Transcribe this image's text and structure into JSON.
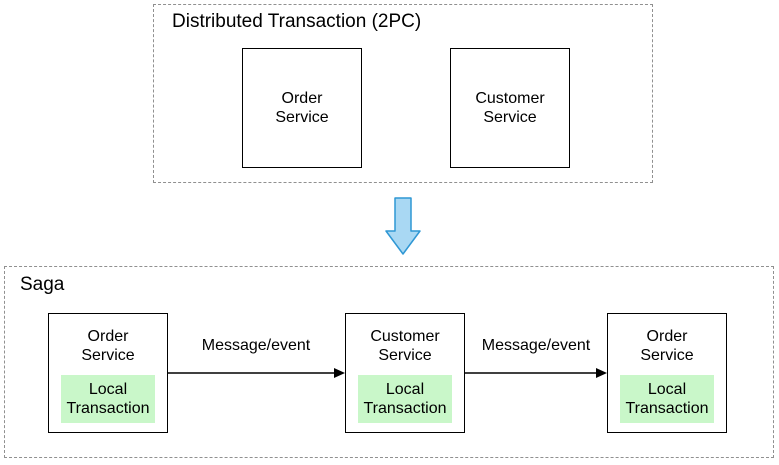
{
  "colors": {
    "canvas-bg": "#ffffff",
    "text": "#000000",
    "box-border": "#000000",
    "group-border": "#909090",
    "local-transaction-fill": "#c9f7c9",
    "down-arrow-fill": "#a9d8f3",
    "down-arrow-stroke": "#2f97d4",
    "connector-color": "#000000"
  },
  "two_pc": {
    "title": "Distributed Transaction (2PC)",
    "boxes": [
      {
        "label": "Order\nService"
      },
      {
        "label": "Customer\nService"
      }
    ]
  },
  "saga": {
    "title": "Saga",
    "steps": [
      {
        "service": "Order\nService",
        "local": "Local\nTransaction"
      },
      {
        "service": "Customer\nService",
        "local": "Local\nTransaction"
      },
      {
        "service": "Order\nService",
        "local": "Local\nTransaction"
      }
    ],
    "connectors": [
      {
        "label": "Message/event"
      },
      {
        "label": "Message/event"
      }
    ]
  }
}
